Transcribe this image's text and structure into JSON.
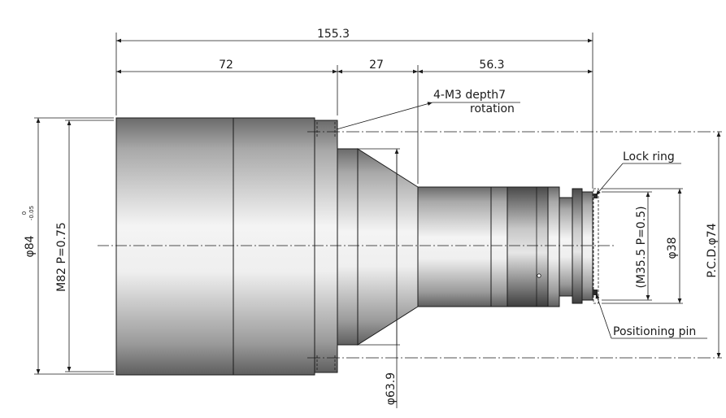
{
  "dimensions": {
    "overall_length": "155.3",
    "front_section": "72",
    "middle_section": "27",
    "rear_section": "56.3",
    "outer_diameter": "φ84",
    "outer_tolerance_upper": "0",
    "outer_tolerance_lower": "-0.05",
    "front_thread": "M82 P=0.75",
    "flange_diameter": "φ63.9",
    "mount_thread": "(M35.5 P=0.5)",
    "mount_diameter": "φ38",
    "pcd": "P.C.D.φ74"
  },
  "callouts": {
    "screw_line1": "4-M3  depth7",
    "screw_line2": "rotation",
    "lock_ring": "Lock ring",
    "positioning_pin": "Positioning pin"
  },
  "colors": {
    "line": "#1a1a1a",
    "body_gradient_dark": "#6b6b6b",
    "body_gradient_light": "#f4f4f4"
  }
}
